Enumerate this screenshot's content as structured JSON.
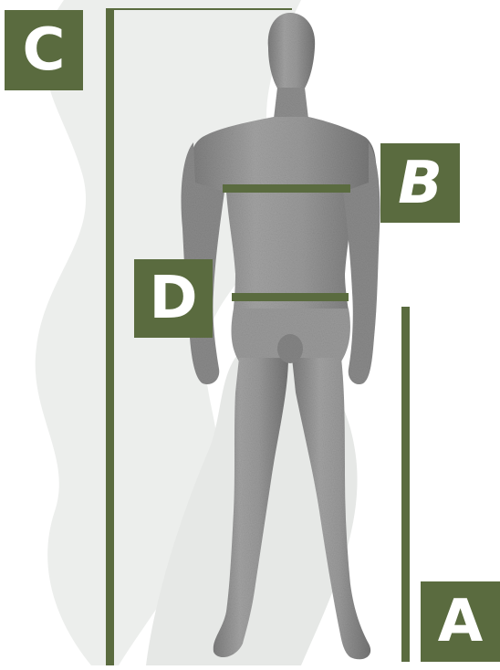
{
  "labels": {
    "a": "A",
    "b": "B",
    "c": "C",
    "d": "D"
  },
  "colors": {
    "accent": "#5a6b3f",
    "figure": "#8e8e8e",
    "background_shape": "#eceeec"
  }
}
